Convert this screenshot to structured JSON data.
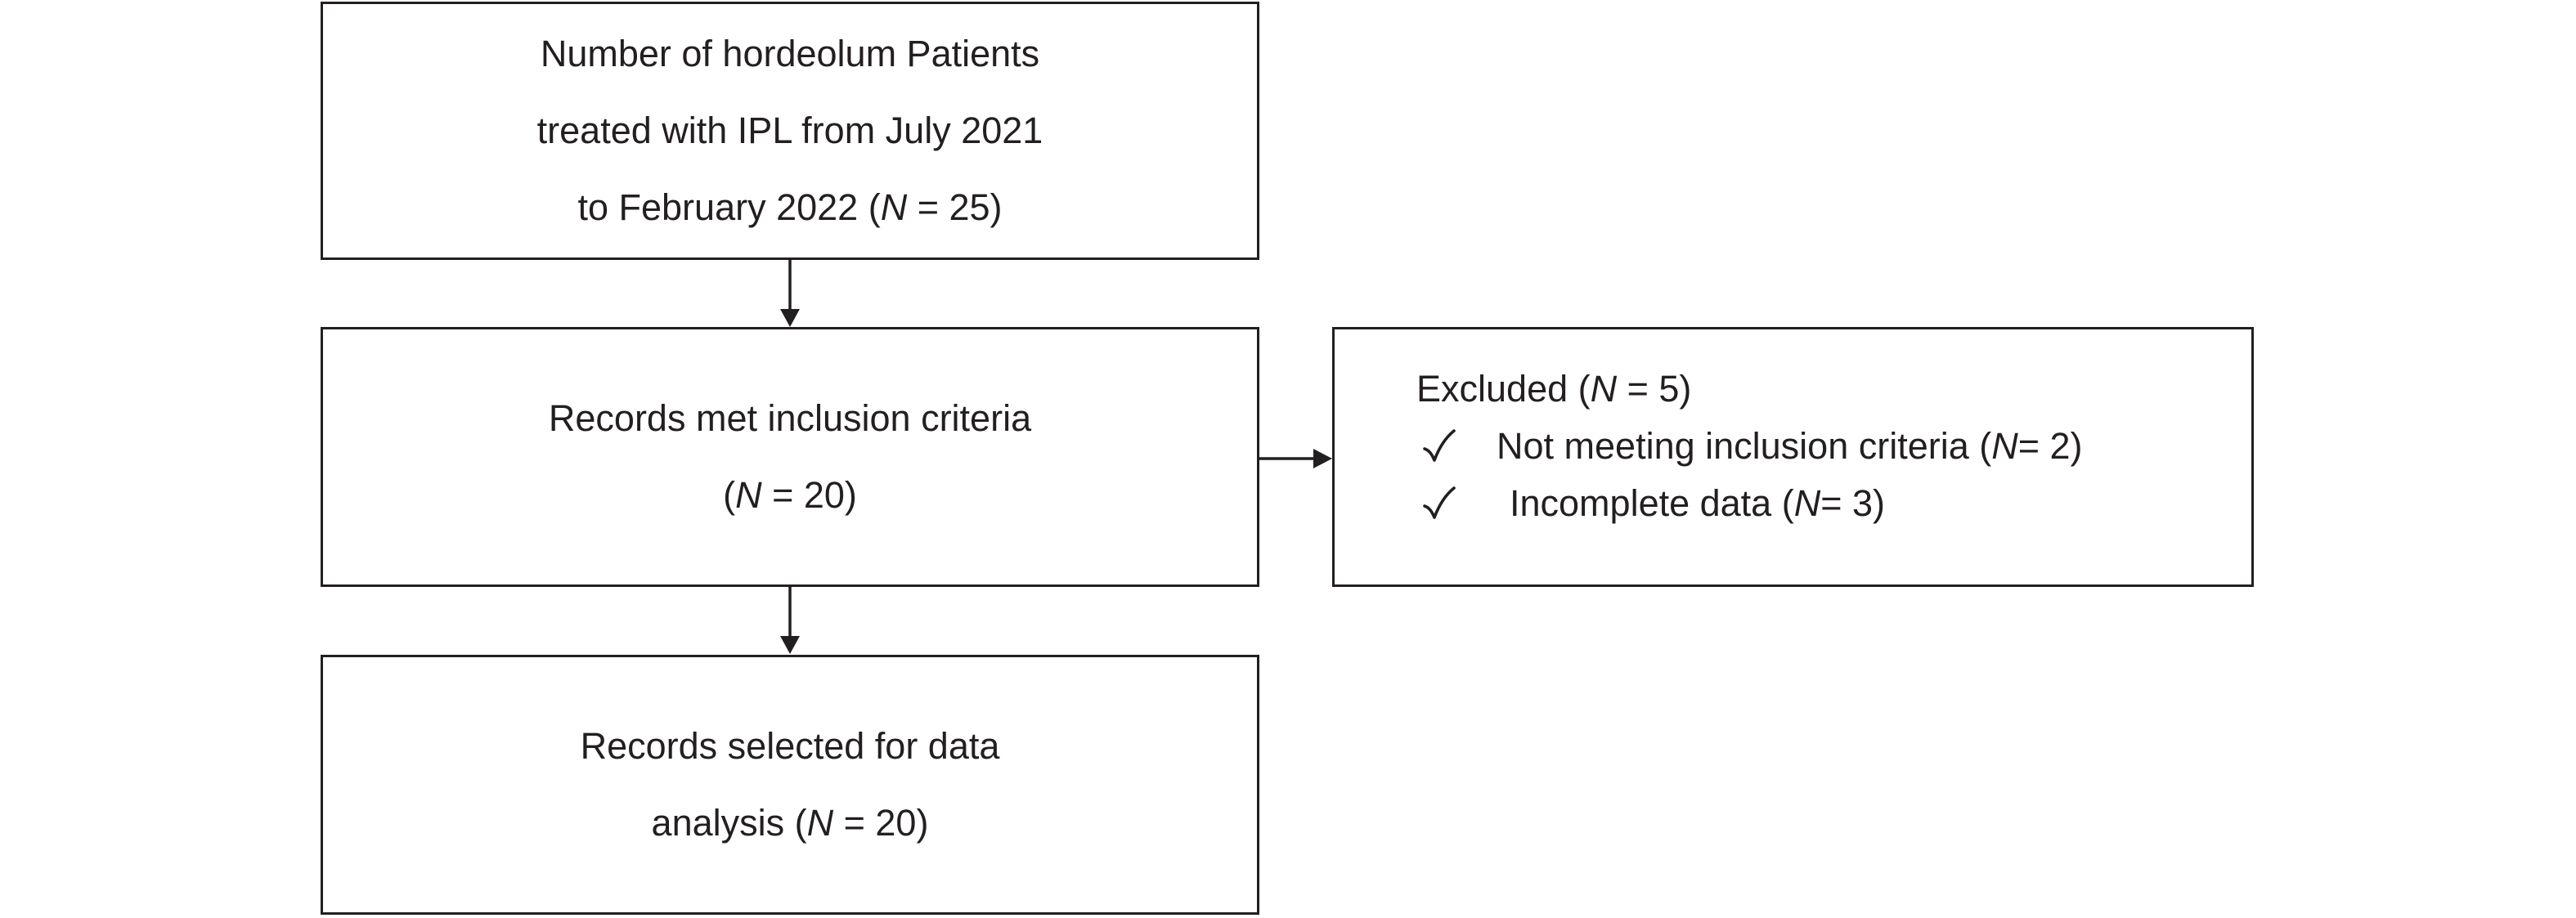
{
  "nodes": {
    "total": {
      "line1": "Number of hordeolum Patients",
      "line2": "treated with IPL from July 2021",
      "line3_prefix": "to February 2022 (",
      "n_symbol": "N",
      "line3_suffix": " = 25)"
    },
    "included": {
      "line1": "Records met inclusion criteria",
      "line2_prefix": "(",
      "n_symbol": "N",
      "line2_suffix": " = 20)"
    },
    "selected": {
      "line1": "Records selected for data",
      "line2_prefix": "analysis (",
      "n_symbol": "N",
      "line2_suffix": " = 20)"
    },
    "excluded": {
      "title_prefix": "Excluded (",
      "n_symbol": "N",
      "title_suffix": " = 5)",
      "reasons": [
        {
          "prefix": "Not meeting inclusion criteria (",
          "n_symbol": "N",
          "suffix": " = 2)"
        },
        {
          "prefix": "Incomplete data (",
          "n_symbol": "N",
          "suffix": " = 3)"
        }
      ]
    }
  },
  "edges": [
    {
      "from": "total",
      "to": "included"
    },
    {
      "from": "included",
      "to": "selected"
    },
    {
      "from": "included",
      "to": "excluded"
    }
  ],
  "icons": {
    "bullet": "check-icon"
  },
  "colors": {
    "stroke": "#231f20",
    "text": "#231f20",
    "background": "#ffffff"
  }
}
